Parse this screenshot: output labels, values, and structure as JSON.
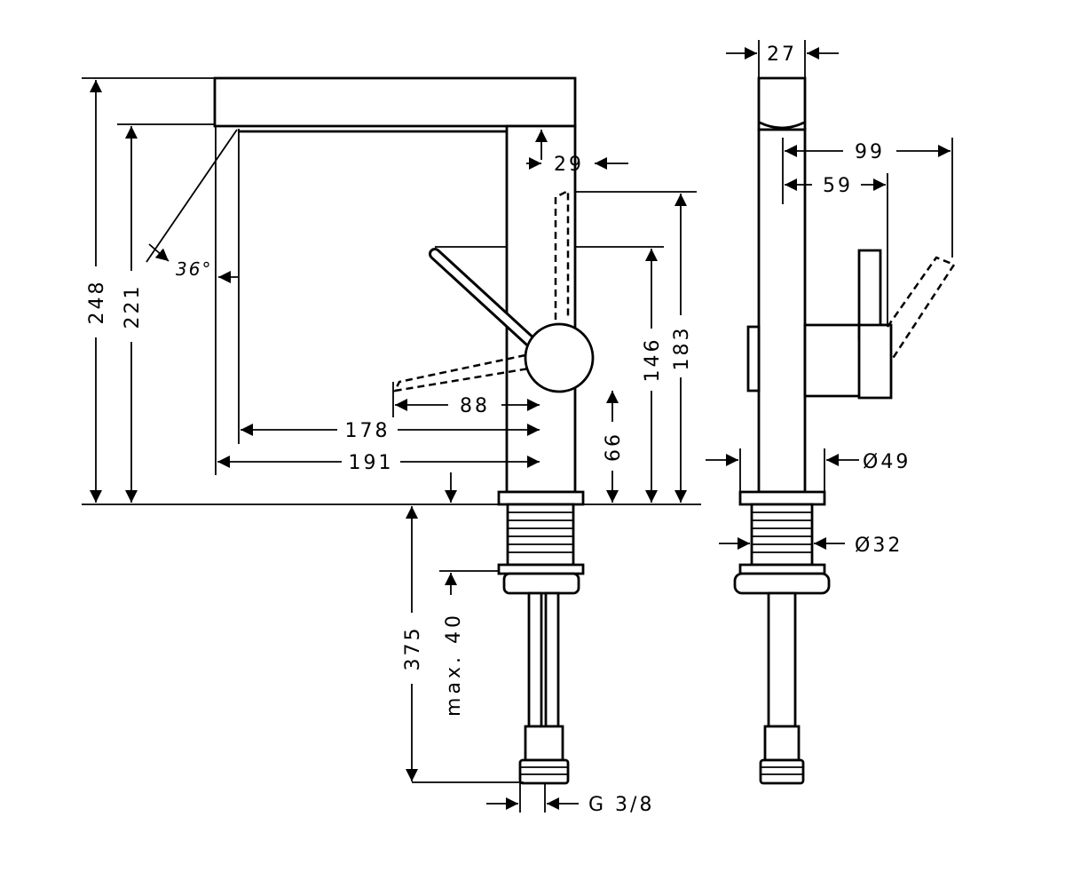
{
  "drawing": {
    "labels": {
      "dim_248": "248",
      "dim_221": "221",
      "dim_angle": "36°",
      "dim_29": "29",
      "dim_183": "183",
      "dim_146": "146",
      "dim_88": "88",
      "dim_178": "178",
      "dim_191": "191",
      "dim_66": "66",
      "dim_375": "375",
      "dim_max40": "max. 40",
      "dim_thread": "G 3/8",
      "dim_27": "27",
      "dim_99": "99",
      "dim_59": "59",
      "dim_dia49": "Ø49",
      "dim_dia32": "Ø32"
    }
  }
}
